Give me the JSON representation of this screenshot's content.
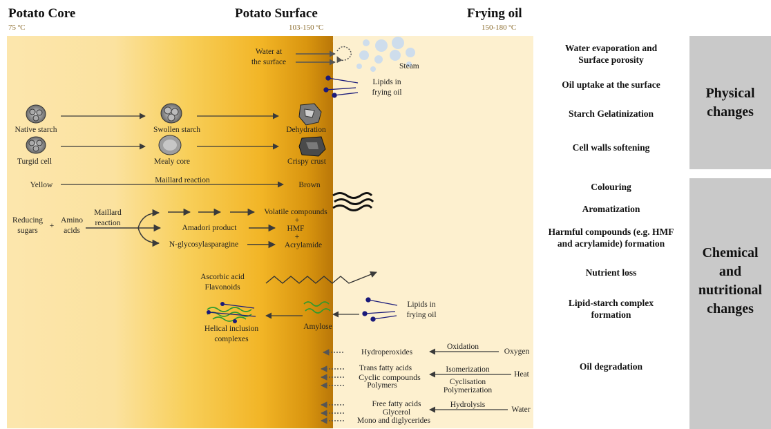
{
  "headers": {
    "core": "Potato Core",
    "core_temp": "75 ºC",
    "surface": "Potato Surface",
    "surface_temp": "103-150 ºC",
    "oil": "Frying oil",
    "oil_temp": "150-180 ºC"
  },
  "diagram": {
    "water_surface": [
      "Water at",
      "the surface"
    ],
    "steam": "Steam",
    "lipids_top": [
      "Lipids in",
      "frying oil"
    ],
    "starch_row": [
      "Native starch",
      "Swollen starch",
      "Dehydration"
    ],
    "cell_row": [
      "Turgid cell",
      "Mealy core",
      "Crispy crust"
    ],
    "colour_row": [
      "Yellow",
      "Maillard reaction",
      "Brown"
    ],
    "maillard": {
      "reactants": [
        "Reducing",
        "sugars",
        "+",
        "Amino",
        "acids"
      ],
      "reaction": [
        "Maillard",
        "reaction"
      ],
      "volatile": "Volatile compounds",
      "plus1": "+",
      "hmf": "HMF",
      "plus2": "+",
      "acrylamide": "Acrylamide",
      "amadori": "Amadori product",
      "nglyco": "N-glycosylasparagine"
    },
    "antioxidants": [
      "Ascorbic acid",
      "Flavonoids"
    ],
    "lipids_mid": [
      "Lipids in",
      "frying oil"
    ],
    "amylose": "Amylose",
    "helical": [
      "Helical inclusion",
      "complexes"
    ],
    "oxidation": {
      "product": "Hydroperoxides",
      "process": "Oxidation",
      "agent": "Oxygen"
    },
    "heat": {
      "products": [
        "Trans fatty acids",
        "Cyclic compounds",
        "Polymers"
      ],
      "process1": "Isomerization",
      "process2": [
        "Cyclisation",
        "Polymerization"
      ],
      "agent": "Heat"
    },
    "water": {
      "products": [
        "Free fatty acids",
        "Glycerol",
        "Mono and diglycerides"
      ],
      "process": "Hydrolysis",
      "agent": "Water"
    }
  },
  "changes_list": [
    [
      "Water evaporation and",
      "Surface porosity"
    ],
    [
      "Oil uptake at the surface"
    ],
    [
      "Starch Gelatinization"
    ],
    [
      "Cell walls softening"
    ],
    [
      "Colouring"
    ],
    [
      "Aromatization"
    ],
    [
      "Harmful compounds (e.g. HMF",
      "and acrylamide) formation"
    ],
    [
      "Nutrient loss"
    ],
    [
      "Lipid-starch complex",
      "formation"
    ],
    [
      "Oil degradation"
    ]
  ],
  "categories": {
    "physical": [
      "Physical",
      "changes"
    ],
    "chemical": [
      "Chemical",
      "and",
      "nutritional",
      "changes"
    ]
  },
  "colors": {
    "core": "#fce6ad",
    "surface_gradient_mid": "#f6c33a",
    "surface_dark": "#c8860c",
    "oil": "#fdf0cf",
    "panel_grey": "#c9c9c9",
    "arrow": "#3a3a3a",
    "lipid_head": "#1a1a7a",
    "amylose": "#2e9a2e"
  }
}
